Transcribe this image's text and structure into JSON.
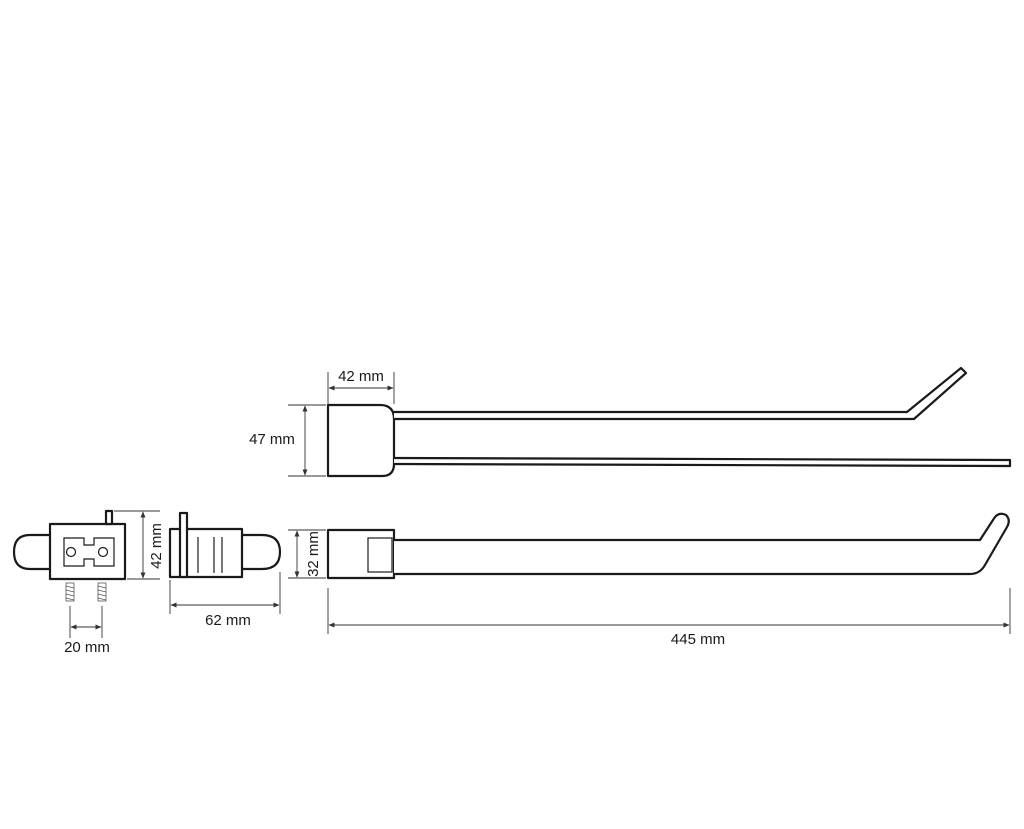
{
  "dimensions": {
    "top_width": "42 mm",
    "top_height": "47 mm",
    "side_height": "42 mm",
    "front_height": "32 mm",
    "side_depth": "62 mm",
    "screw_spacing": "20 mm",
    "total_length": "445 mm"
  },
  "colors": {
    "line": "#1a1a1a",
    "background": "#ffffff"
  }
}
